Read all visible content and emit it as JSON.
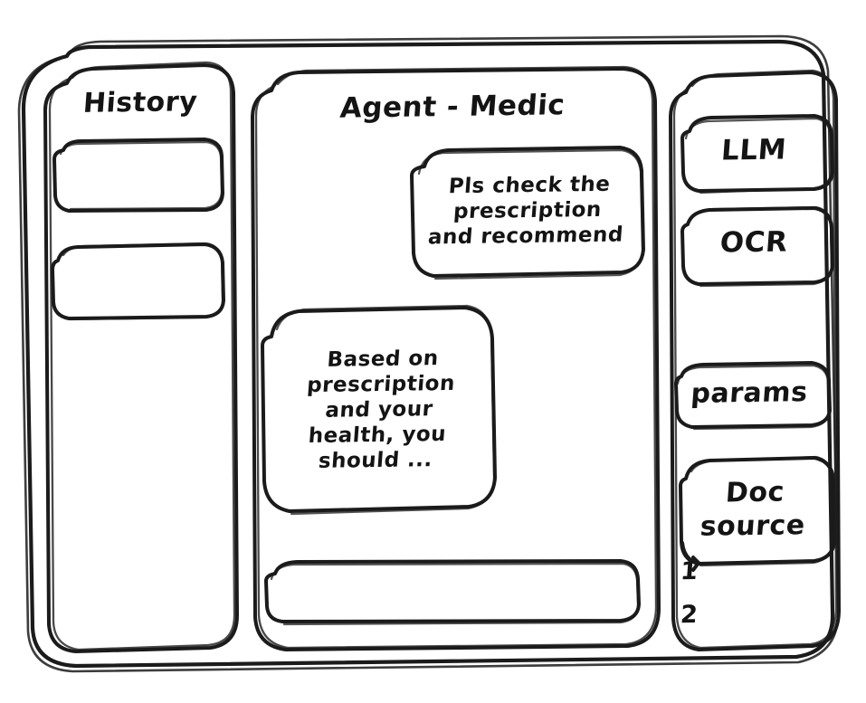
{
  "window": {
    "name": "agent-medic-wireframe"
  },
  "history": {
    "title": "History",
    "items": [
      {
        "label": ""
      },
      {
        "label": ""
      }
    ]
  },
  "main": {
    "title": "Agent - Medic",
    "messages": [
      {
        "role": "user",
        "text": "Pls check the\nprescription\nand recommend"
      },
      {
        "role": "assistant",
        "text": "Based on\nprescription\nand your\nhealth, you\nshould ..."
      }
    ],
    "composer": {
      "value": "",
      "placeholder": ""
    }
  },
  "tools": {
    "buttons": [
      {
        "label": "LLM"
      },
      {
        "label": "OCR"
      },
      {
        "label": "params"
      }
    ],
    "doc_source": {
      "label": "Doc\nsource",
      "items": [
        "1",
        "2"
      ]
    }
  },
  "style": {
    "ink": "#1b1b1b",
    "paper": "#ffffff"
  }
}
